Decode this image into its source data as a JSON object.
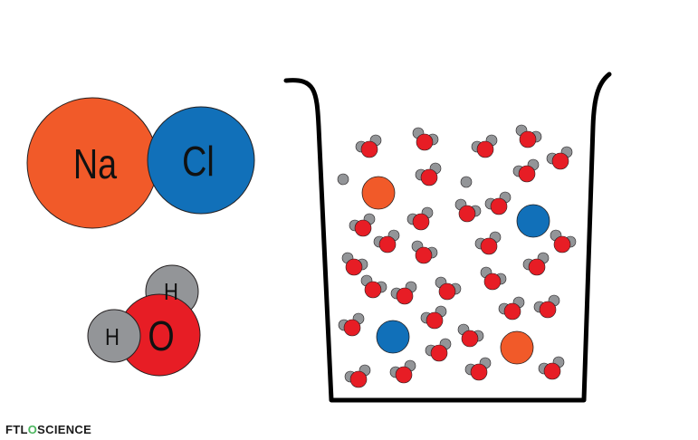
{
  "legend": {
    "salt": {
      "left_label": "Na",
      "right_label": "Cl"
    },
    "water": {
      "hydrogen_label_top": "H",
      "hydrogen_label_left": "H",
      "oxygen_label": "O"
    }
  },
  "colors": {
    "sodium": "#f15a29",
    "chloride": "#1170b9",
    "oxygen": "#e71d25",
    "hydrogen": "#939598",
    "outline": "#231f20",
    "beaker": "#000000"
  },
  "beaker": {
    "contents": "water molecules with dissolved sodium and chloride ions"
  },
  "brand": {
    "part1": "FTL",
    "part2": "O",
    "part3": "SCIENCE"
  }
}
